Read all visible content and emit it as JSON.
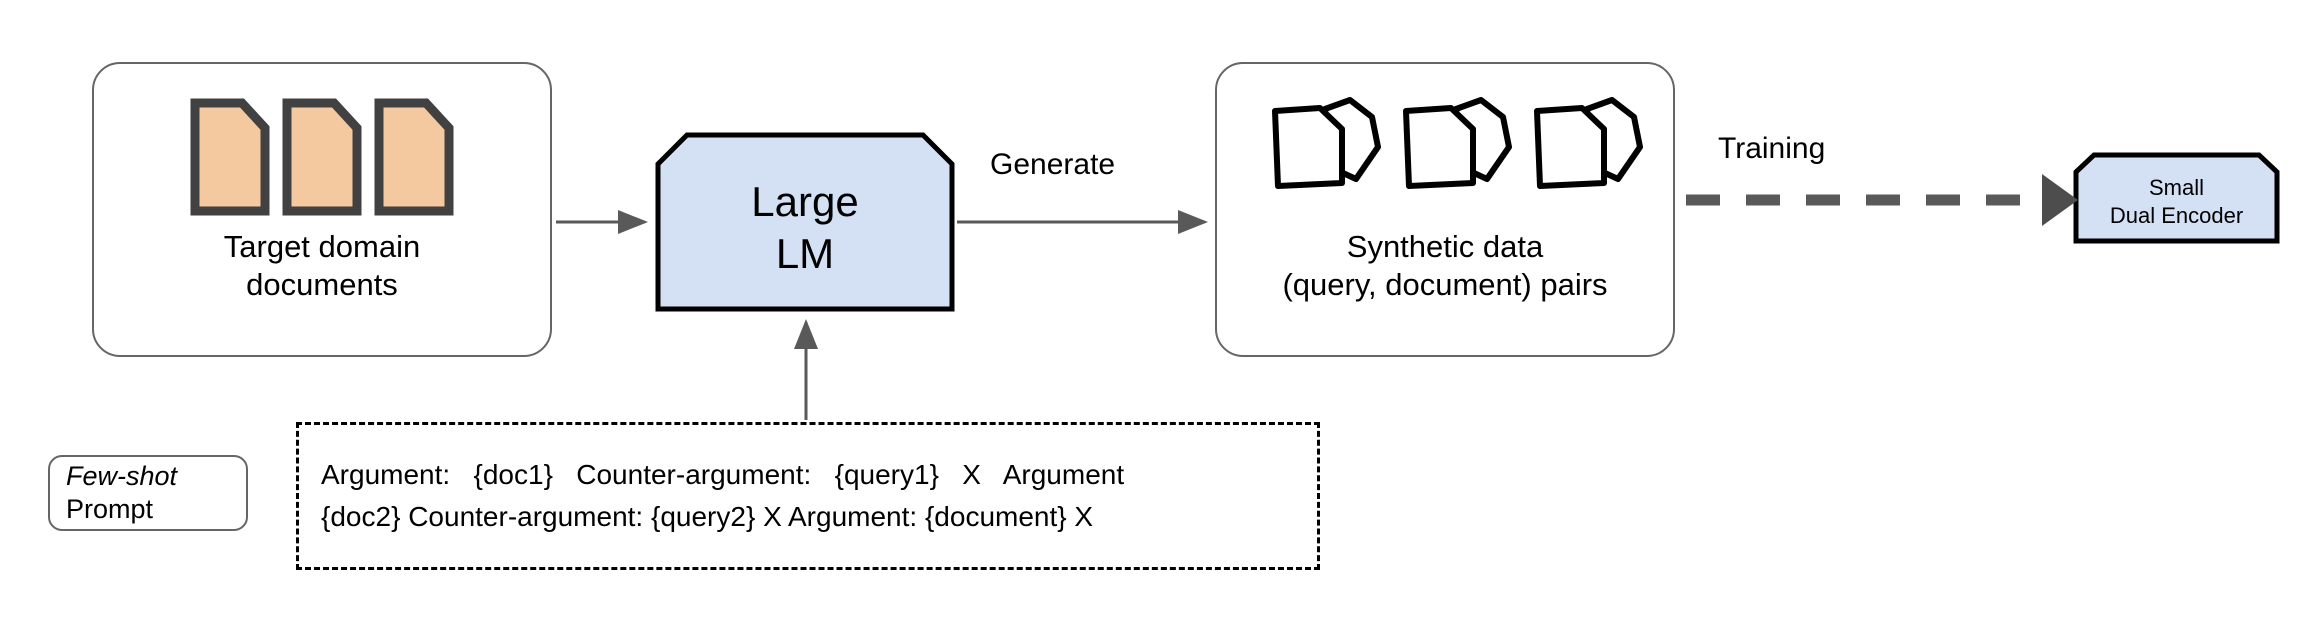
{
  "diagram": {
    "title": "Synthetic data generation pipeline",
    "colors": {
      "doc_fill": "#f5c9a0",
      "doc_stroke": "#414141",
      "box_fill": "#d4e1f5",
      "box_stroke": "#000000",
      "group_stroke": "#666666",
      "arrow_gray": "#595959",
      "dash_gray": "#595959"
    },
    "nodes": {
      "target_documents": {
        "label": "Target domain\ndocuments",
        "icon": "document-stack-icon",
        "icon_count": 3
      },
      "large_lm": {
        "label": "Large\nLM",
        "shape": "cut-corner-box"
      },
      "synthetic_data": {
        "label": "Synthetic data\n(query, document) pairs",
        "icon": "page-pair-icon",
        "icon_count": 3
      },
      "small_dual_encoder": {
        "label": "Small\nDual Encoder",
        "shape": "cut-corner-box"
      },
      "few_shot_pill": {
        "line1": "Few-shot",
        "line2": "Prompt"
      },
      "prompt_box": {
        "line1": "Argument:   {doc1}   Counter-argument:   {query1}   X   Argument",
        "line2": "{doc2} Counter-argument: {query2} X Argument: {document} X"
      }
    },
    "edges": {
      "docs_to_lm": {
        "label": "",
        "style": "solid-arrow"
      },
      "lm_to_synthetic": {
        "label": "Generate",
        "style": "solid-arrow"
      },
      "synthetic_to_encoder": {
        "label": "Training",
        "style": "dashed-arrow"
      },
      "prompt_to_lm": {
        "label": "",
        "style": "solid-arrow-up"
      }
    }
  }
}
